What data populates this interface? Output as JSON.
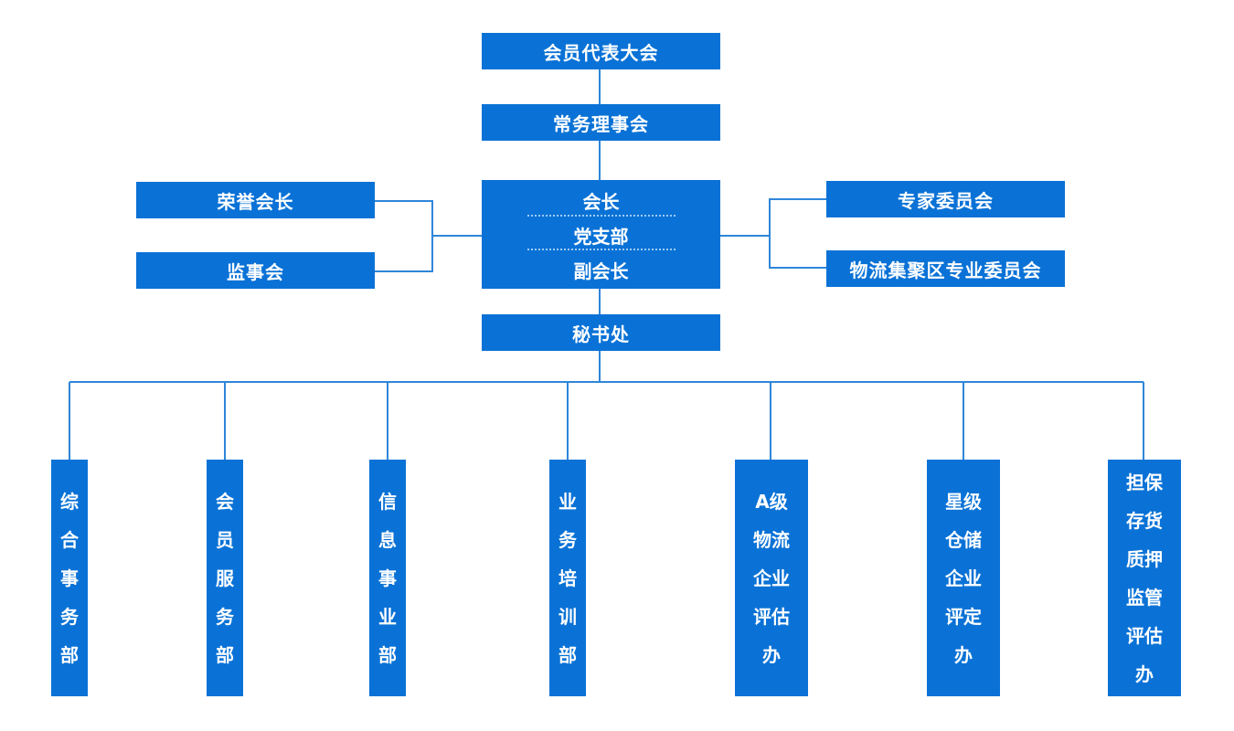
{
  "top": {
    "assembly": "会员代表大会",
    "council": "常务理事会",
    "president": "会长",
    "party_branch": "党支部",
    "vice_president": "副会长",
    "secretariat": "秘书处"
  },
  "left_boxes": [
    "荣誉会长",
    "监事会"
  ],
  "right_boxes": [
    "专家委员会",
    "物流集聚区专业委员会"
  ],
  "departments": [
    {
      "lines": [
        "综",
        "合",
        "事",
        "务",
        "部"
      ]
    },
    {
      "lines": [
        "会",
        "员",
        "服",
        "务",
        "部"
      ]
    },
    {
      "lines": [
        "信",
        "息",
        "事",
        "业",
        "部"
      ]
    },
    {
      "lines": [
        "业",
        "务",
        "培",
        "训",
        "部"
      ]
    },
    {
      "lines": [
        "A级",
        "物流",
        "企业",
        "评估",
        "办"
      ]
    },
    {
      "lines": [
        "星级",
        "仓储",
        "企业",
        "评定",
        "办"
      ]
    },
    {
      "lines": [
        "担保",
        "存货",
        "质押",
        "监管",
        "评估",
        "办"
      ]
    }
  ],
  "colors": {
    "box": "#0a72d6",
    "line": "#2f86d9",
    "text": "#ffffff"
  }
}
